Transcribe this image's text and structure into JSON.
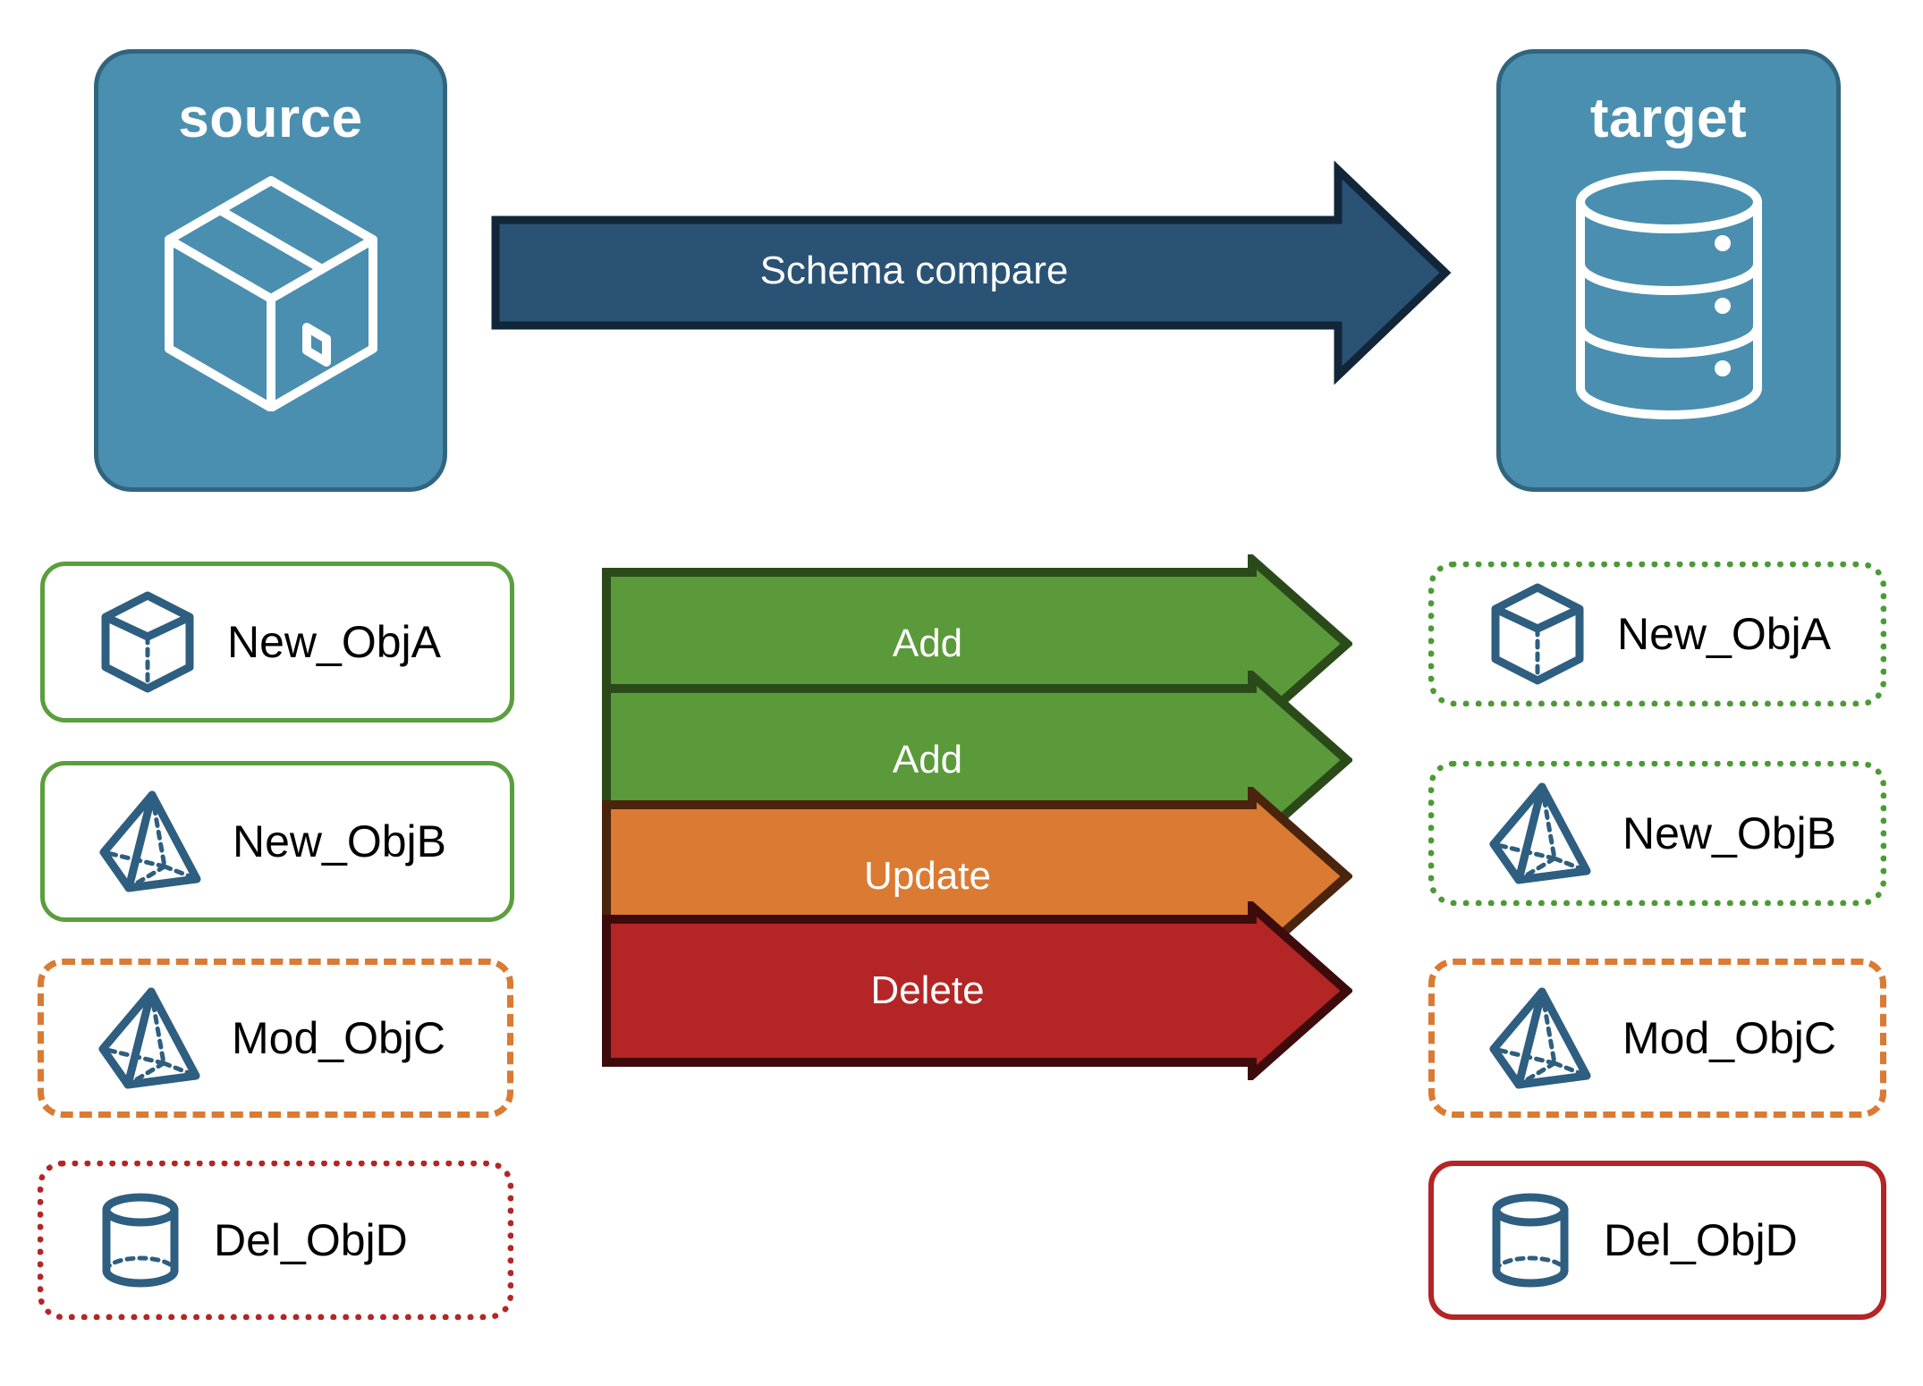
{
  "diagram": {
    "title": "Schema compare diagram",
    "endpoints": [
      {
        "id": "source",
        "label": "source",
        "icon": "package-box-icon"
      },
      {
        "id": "target",
        "label": "target",
        "icon": "database-cylinder-icon"
      }
    ],
    "main_arrow": {
      "label": "Schema compare",
      "fill": "#2A5274",
      "stroke": "#12263A",
      "text_color": "#FFFFFF"
    },
    "rows": [
      {
        "action": "Add",
        "arrow_fill": "#5B9A3A",
        "arrow_stroke": "#2B4A19",
        "source": {
          "label": "New_ObjA",
          "icon": "wireframe-cube-icon",
          "border_style": "solid",
          "border_color": "#5B9E3E"
        },
        "target": {
          "label": "New_ObjA",
          "icon": "wireframe-cube-icon",
          "border_style": "dotted",
          "border_color": "#4C9A36"
        }
      },
      {
        "action": "Add",
        "arrow_fill": "#5B9A3A",
        "arrow_stroke": "#2B4A19",
        "source": {
          "label": "New_ObjB",
          "icon": "wireframe-pyramid-icon",
          "border_style": "solid",
          "border_color": "#5B9E3E"
        },
        "target": {
          "label": "New_ObjB",
          "icon": "wireframe-pyramid-icon",
          "border_style": "dotted",
          "border_color": "#4C9A36"
        }
      },
      {
        "action": "Update",
        "arrow_fill": "#DB7A32",
        "arrow_stroke": "#4A240C",
        "source": {
          "label": "Mod_ObjC",
          "icon": "wireframe-pyramid-icon",
          "border_style": "dashed",
          "border_color": "#DB7A32"
        },
        "target": {
          "label": "Mod_ObjC",
          "icon": "wireframe-pyramid-icon",
          "border_style": "dashed",
          "border_color": "#DB7A32"
        }
      },
      {
        "action": "Delete",
        "arrow_fill": "#B42525",
        "arrow_stroke": "#3D0B0B",
        "source": {
          "label": "Del_ObjD",
          "icon": "wireframe-cylinder-icon",
          "border_style": "dotted",
          "border_color": "#B42525"
        },
        "target": {
          "label": "Del_ObjD",
          "icon": "wireframe-cylinder-icon",
          "border_style": "solid",
          "border_color": "#B42525"
        }
      }
    ],
    "colors": {
      "endpoint_fill": "#4A8FAF",
      "endpoint_stroke": "#31657D",
      "icon_blue": "#2E5E80",
      "background": "#FFFFFF",
      "text_dark": "#000000"
    }
  }
}
